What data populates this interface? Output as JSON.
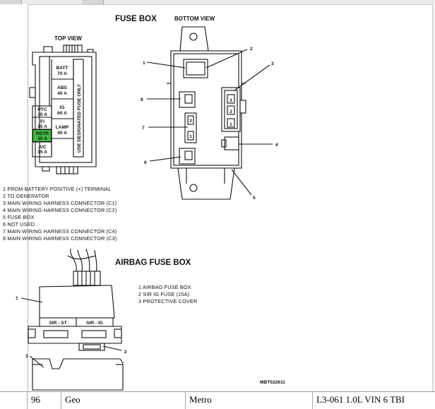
{
  "fuse_box": {
    "title": "FUSE BOX",
    "top_view_label": "TOP VIEW",
    "bottom_view_label": "BOTTOM VIEW",
    "designated_fuse_text": "USE DESIGNATED FUSE ONLY",
    "fuses": {
      "batt": {
        "name": "BATT",
        "rating": "70 A"
      },
      "abs": {
        "name": "ABS",
        "rating": "40 A"
      },
      "ig": {
        "name": "IG",
        "rating": "60 A"
      },
      "lamp": {
        "name": "LAMP",
        "rating": "40 A"
      },
      "ptc": {
        "name": "PTC",
        "rating": "30 A"
      },
      "fi": {
        "name": "FI",
        "rating": "15 A"
      },
      "rdtr": {
        "name": "RDTR",
        "rating": "30 A"
      },
      "ac": {
        "name": "A/C",
        "rating": "15 A"
      }
    },
    "highlight_color": "#3fbf3f",
    "callouts": [
      "1",
      "2",
      "3",
      "4",
      "5",
      "6",
      "7",
      "8"
    ],
    "connector_pins": {
      "c1": [
        "3",
        "2",
        "1"
      ],
      "c4": [
        "2",
        "1"
      ]
    },
    "legend": [
      "1  FROM BATTERY POSITIVE (+) TERMINAL",
      "2  TO GENERATOR",
      "3  MAIN WIRING HARNESS CONNECTOR (C1)",
      "4  MAIN WIRING HARNESS CONNECTOR (C2)",
      "5  FUSE BOX",
      "6  NOT USED",
      "7  MAIN WIRING HARNESS CONNECTOR (C4)",
      "8  MAIN WIRING HARNESS CONNECTOR (C3)"
    ]
  },
  "airbag_box": {
    "title": "AIRBAG FUSE BOX",
    "fuse_labels": [
      "SIR - ST",
      "SIR - IG"
    ],
    "callouts": [
      "1",
      "2",
      "3"
    ],
    "legend": [
      "1  AIRBAG FUSE BOX",
      "2  SIR IG FUSE (15A)",
      "3  PROTECTIVE COVER"
    ],
    "figure_code": "MBT022611"
  },
  "status_bar": {
    "page": "96",
    "make": "Geo",
    "model": "Metro",
    "engine": "L3-061 1.0L VIN 6 TBI"
  }
}
